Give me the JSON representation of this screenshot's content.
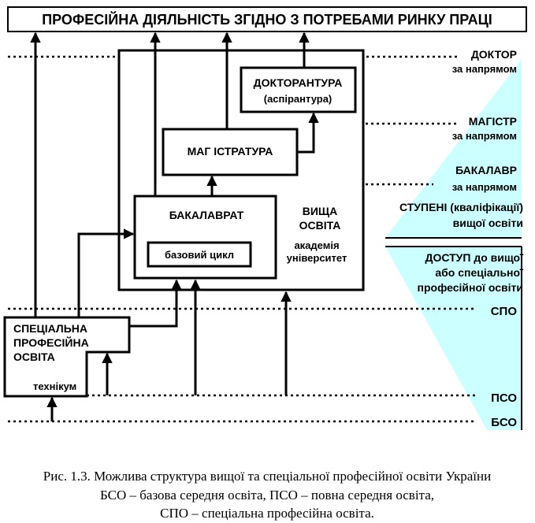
{
  "title": "ПРОФЕСІЙНА ДІЯЛЬНІСТЬ ЗГІДНО З ПОТРЕБАМИ РИНКУ ПРАЦІ",
  "levels": {
    "doctor": [
      "ДОКТОР",
      "за напрямом"
    ],
    "master": [
      "МАГІСТР",
      "за напрямом"
    ],
    "bachelor": [
      "БАКАЛАВР",
      "за напрямом"
    ],
    "spo": "СПО",
    "pso": "ПСО",
    "bso": "БСО"
  },
  "boxes": {
    "doctorantura": [
      "ДОКТОРАНТУРА",
      "(аспірантура)"
    ],
    "magistratura": "МАГ ІСТРАТУРА",
    "bakalavrat": "БАКАЛАВРАТ",
    "base_cycle": "базовий цикл",
    "special_education": [
      "СПЕЦІАЛЬНА",
      "ПРОФЕСІЙНА",
      "ОСВІТА"
    ],
    "technikum": "технікум"
  },
  "higher_ed": {
    "title": [
      "ВИЩА",
      "ОСВІТА"
    ],
    "institutions": [
      "академія",
      "університет"
    ]
  },
  "degrees_label": [
    "СТУПЕНІ (кваліфікації)",
    "вищої  освіти"
  ],
  "access_label": [
    "ДОСТУП до вищої",
    "або спеціальної",
    "професійної освіти"
  ],
  "caption": [
    "Рис. 1.3. Можлива структура вищої та спеціальної професійної освіти України",
    "БСО – базова середня освіта, ПСО – повна середня освіта,",
    "СПО – спеціальна професійна освіта."
  ],
  "colors": {
    "panel": "#ccffff",
    "ink": "#000000"
  }
}
